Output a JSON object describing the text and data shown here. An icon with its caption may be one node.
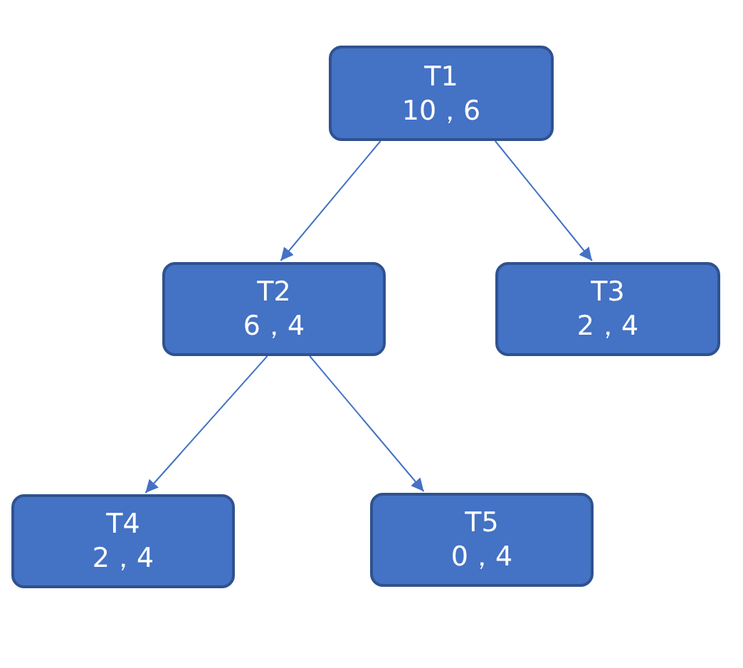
{
  "diagram": {
    "nodes": [
      {
        "text": [
          "T1",
          "10，6"
        ]
      },
      {
        "text": [
          "T2",
          "6，4"
        ]
      },
      {
        "text": [
          "T3",
          "2，4"
        ]
      },
      {
        "text": [
          "T4",
          "2，4"
        ]
      },
      {
        "text": [
          "T5",
          "0，4"
        ]
      }
    ],
    "edges": [
      {
        "from": 0,
        "to": 1,
        "arrow": "to"
      },
      {
        "from": 0,
        "to": 2,
        "arrow": "to"
      },
      {
        "from": 1,
        "to": 3,
        "arrow": "to"
      },
      {
        "from": 1,
        "to": 4,
        "arrow": "to"
      }
    ]
  }
}
